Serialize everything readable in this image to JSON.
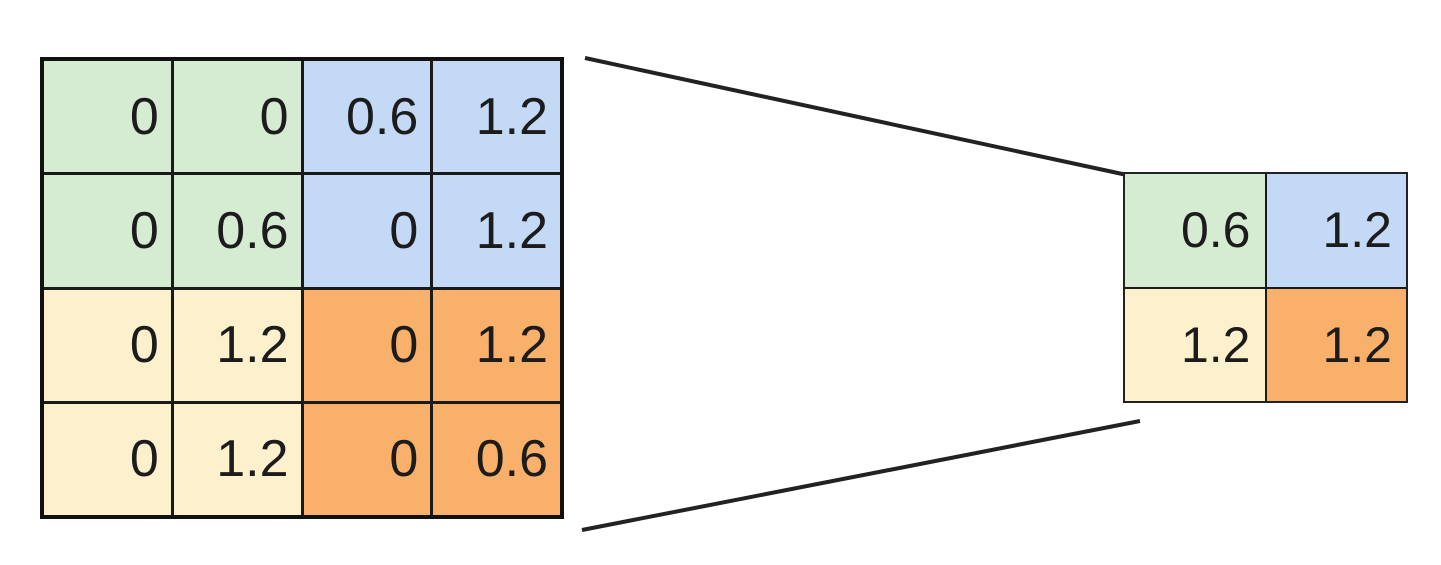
{
  "colors": {
    "green": "#d6ecd2",
    "blue": "#c3d9f6",
    "yellow": "#fdf1cd",
    "orange": "#f8b06a"
  },
  "input": {
    "rows": [
      [
        {
          "value": "0",
          "color": "green"
        },
        {
          "value": "0",
          "color": "green"
        },
        {
          "value": "0.6",
          "color": "blue"
        },
        {
          "value": "1.2",
          "color": "blue"
        }
      ],
      [
        {
          "value": "0",
          "color": "green"
        },
        {
          "value": "0.6",
          "color": "green"
        },
        {
          "value": "0",
          "color": "blue"
        },
        {
          "value": "1.2",
          "color": "blue"
        }
      ],
      [
        {
          "value": "0",
          "color": "yellow"
        },
        {
          "value": "1.2",
          "color": "yellow"
        },
        {
          "value": "0",
          "color": "orange"
        },
        {
          "value": "1.2",
          "color": "orange"
        }
      ],
      [
        {
          "value": "0",
          "color": "yellow"
        },
        {
          "value": "1.2",
          "color": "yellow"
        },
        {
          "value": "0",
          "color": "orange"
        },
        {
          "value": "0.6",
          "color": "orange"
        }
      ]
    ]
  },
  "output": {
    "rows": [
      [
        {
          "value": "0.6",
          "color": "green"
        },
        {
          "value": "1.2",
          "color": "blue"
        }
      ],
      [
        {
          "value": "1.2",
          "color": "yellow"
        },
        {
          "value": "1.2",
          "color": "orange"
        }
      ]
    ]
  }
}
